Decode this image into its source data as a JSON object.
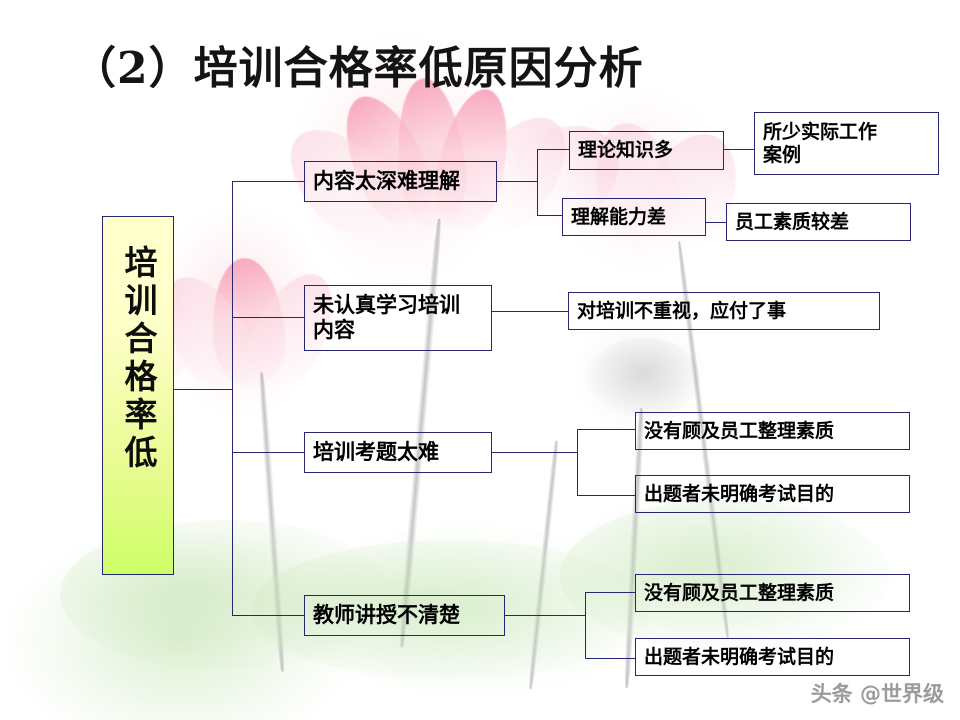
{
  "slide": {
    "title": "（2）培训合格率低原因分析",
    "watermark": "头条 @世界级",
    "background_description": "lotus-flower-painting",
    "colors": {
      "box_border": "#262673",
      "text": "#000000",
      "root_gradient_top": "#FFFFCC",
      "root_gradient_bottom": "#CCFF66",
      "title_text": "#141414",
      "watermark_text": "#8A8A8A"
    }
  },
  "diagram": {
    "root": {
      "label": "培训合格率低",
      "orientation": "vertical"
    },
    "branches": [
      {
        "label": "内容太深难理解",
        "children": [
          {
            "label": "理论知识多",
            "children": [
              {
                "label": "所少实际工作\n案例"
              }
            ]
          },
          {
            "label": "理解能力差",
            "children": [
              {
                "label": "员工素质较差"
              }
            ]
          }
        ]
      },
      {
        "label": "未认真学习培训\n内容",
        "children": [
          {
            "label": "对培训不重视，应付了事"
          }
        ]
      },
      {
        "label": "培训考题太难",
        "children": [
          {
            "label": "没有顾及员工整理素质"
          },
          {
            "label": "出题者未明确考试目的"
          }
        ]
      },
      {
        "label": "教师讲授不清楚",
        "children": [
          {
            "label": "没有顾及员工整理素质"
          },
          {
            "label": "出题者未明确考试目的"
          }
        ]
      }
    ]
  }
}
